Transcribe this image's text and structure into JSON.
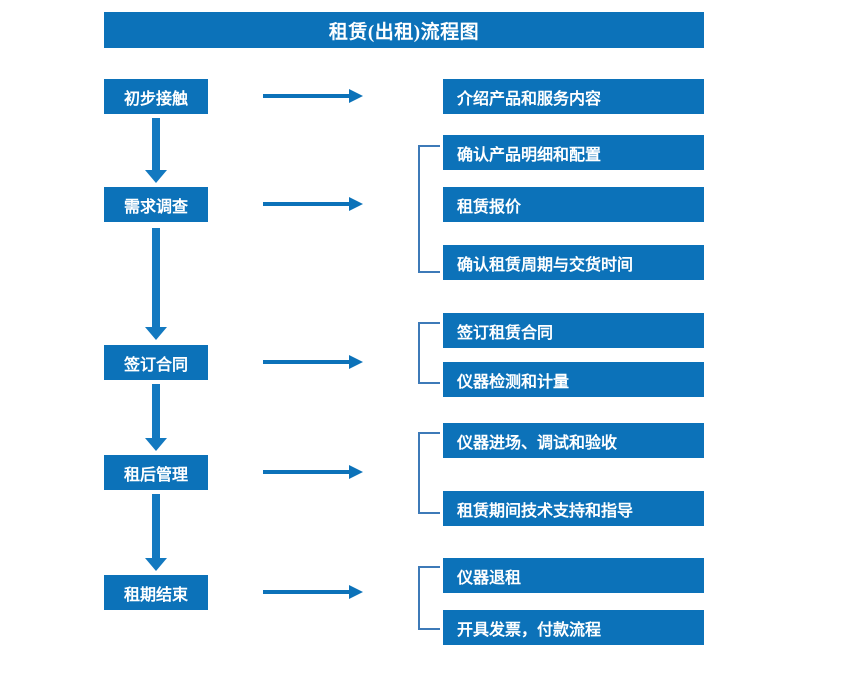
{
  "page": {
    "title": "租赁(出租)流程图",
    "accent_color": "#0c72b9",
    "bracket_color": "#3d7ab8",
    "arrow_color": "#1379c0",
    "text_color": "#ffffff",
    "background": "#ffffff"
  },
  "stages": [
    {
      "id": "stage-1",
      "label": "初步接触"
    },
    {
      "id": "stage-2",
      "label": "需求调查"
    },
    {
      "id": "stage-3",
      "label": "签订合同"
    },
    {
      "id": "stage-4",
      "label": "租后管理"
    },
    {
      "id": "stage-5",
      "label": "租期结束"
    }
  ],
  "details": [
    {
      "id": "detail-1",
      "label": "介绍产品和服务内容"
    },
    {
      "id": "detail-2",
      "label": "确认产品明细和配置"
    },
    {
      "id": "detail-3",
      "label": "租赁报价"
    },
    {
      "id": "detail-4",
      "label": "确认租赁周期与交货时间"
    },
    {
      "id": "detail-5",
      "label": "签订租赁合同"
    },
    {
      "id": "detail-6",
      "label": "仪器检测和计量"
    },
    {
      "id": "detail-7",
      "label": "仪器进场、调试和验收"
    },
    {
      "id": "detail-8",
      "label": "租赁期间技术支持和指导"
    },
    {
      "id": "detail-9",
      "label": "仪器退租"
    },
    {
      "id": "detail-10",
      "label": "开具发票，付款流程"
    }
  ],
  "groups": [
    {
      "id": "group-needs",
      "stage": "需求调查",
      "members": [
        "确认产品明细和配置",
        "租赁报价",
        "确认租赁周期与交货时间"
      ]
    },
    {
      "id": "group-contract",
      "stage": "签订合同",
      "members": [
        "签订租赁合同",
        "仪器检测和计量"
      ]
    },
    {
      "id": "group-postrent",
      "stage": "租后管理",
      "members": [
        "仪器进场、调试和验收",
        "租赁期间技术支持和指导"
      ]
    },
    {
      "id": "group-end",
      "stage": "租期结束",
      "members": [
        "仪器退租",
        "开具发票，付款流程"
      ]
    }
  ],
  "connectors": {
    "stage_to_detail": "arrow-right",
    "stage_to_stage": "arrow-down"
  }
}
